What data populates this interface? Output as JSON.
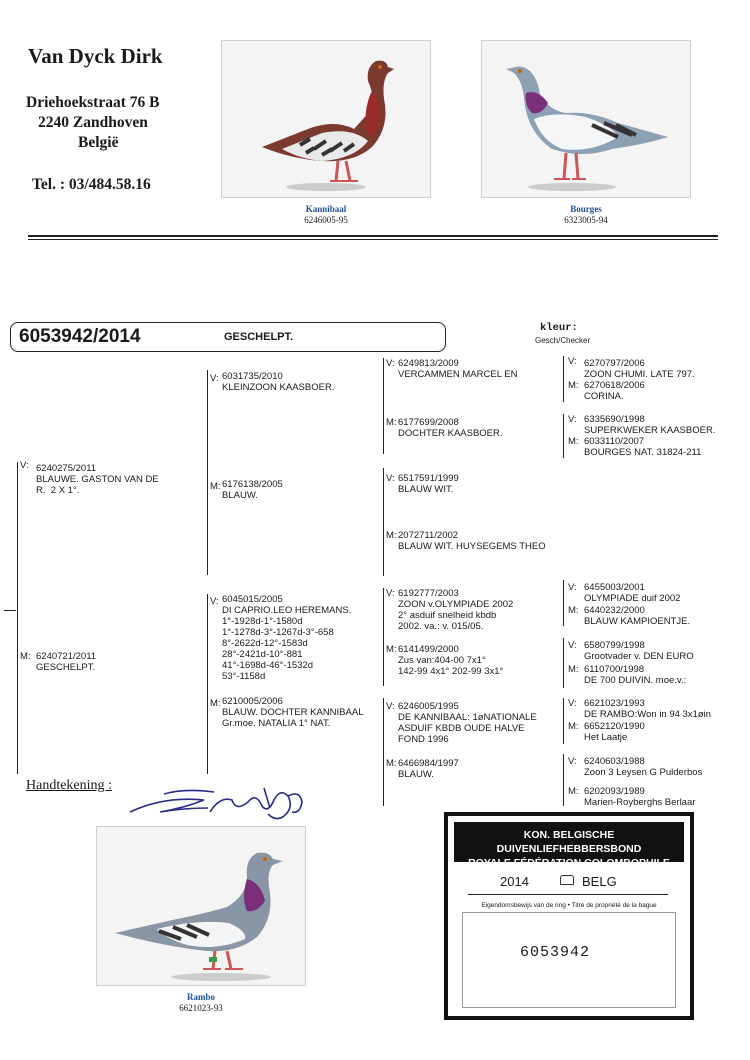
{
  "owner": {
    "name": "Van Dyck Dirk",
    "street": "Driehoekstraat 76 B",
    "city": "2240 Zandhoven",
    "country": "België",
    "phone": "Tel. : 03/484.58.16"
  },
  "top_photos": [
    {
      "name": "Kannibaal",
      "ring": "6246005-95"
    },
    {
      "name": "Bourges",
      "ring": "6323005-94"
    }
  ],
  "pigeon": {
    "ring": "6053942/2014",
    "color": "GESCHELPT.",
    "kleur_label": "kleur:",
    "kleur_value": "Gesch/Checker"
  },
  "gen1": {
    "sire": {
      "tag": "V:",
      "text": "6240275/2011\nBLAUWE. GASTON VAN DE\nR.  2 X 1°."
    },
    "dam": {
      "tag": "M:",
      "text": "6240721/2011\nGESCHELPT."
    }
  },
  "gen2": {
    "ss": {
      "tag": "V:",
      "text": "6031735/2010\nKLEINZOON KAASBOER."
    },
    "sd": {
      "tag": "M:",
      "text": "6176138/2005\nBLAUW."
    },
    "ds": {
      "tag": "V:",
      "text": "6045015/2005\nDI CAPRIO.LEO HEREMANS.\n1°-1928d-1°-1580d\n1°-1278d-3°-1267d-3°-658\n8°-2622d-12°-1583d\n28°-2421d-10°-881\n41°-1698d-46°-1532d\n53°-1158d"
    },
    "dd": {
      "tag": "M:",
      "text": "6210005/2006\nBLAUW. DOCHTER KANNIBAAL\nGr.moe. NATALIA 1° NAT."
    }
  },
  "gen3": {
    "sss": {
      "tag": "V:",
      "text": "6249813/2009\nVERCAMMEN MARCEL EN"
    },
    "ssd": {
      "tag": "M:",
      "text": "6177699/2008\nDOCHTER KAASBOER."
    },
    "sds": {
      "tag": "V:",
      "text": "6517591/1999\nBLAUW WIT."
    },
    "sdd": {
      "tag": "M:",
      "text": "2072711/2002\nBLAUW WIT. HUYSEGEMS THEO"
    },
    "dss": {
      "tag": "V:",
      "text": "6192777/2003\nZOON v.OLYMPIADE 2002\n2° asduif snelheid kbdb\n2002. va.: v. 015/05."
    },
    "dsd": {
      "tag": "M:",
      "text": "6141499/2000\nZus van:404-00 7x1°\n142-99 4x1° 202-99 3x1°"
    },
    "dds": {
      "tag": "V:",
      "text": "6246005/1995\nDE KANNIBAAL: 1øNATIONALE\nASDUIF KBDB OUDE HALVE\nFOND 1996"
    },
    "ddd": {
      "tag": "M:",
      "text": "6466984/1997\nBLAUW."
    }
  },
  "gen4": [
    {
      "tag": "V:",
      "text": "6270797/2006\nZOON CHUMI. LATE 797."
    },
    {
      "tag": "M:",
      "text": "6270618/2006\nCORINA."
    },
    {
      "tag": "V:",
      "text": "6335690/1998\nSUPERKWEKER KAASBOER."
    },
    {
      "tag": "M:",
      "text": "6033110/2007\nBOURGES NAT. 31824-211"
    },
    {
      "tag": "V:",
      "text": "6455003/2001\nOLYMPIADE duif 2002"
    },
    {
      "tag": "M:",
      "text": "6440232/2000\nBLAUW KAMPIOENTJE."
    },
    {
      "tag": "V:",
      "text": "6580799/1998\nGrootvader v. DEN EURO"
    },
    {
      "tag": "M:",
      "text": "6110700/1998\nDE 700 DUIVIN. moe.v.:"
    },
    {
      "tag": "V:",
      "text": "6621023/1993\nDE RAMBO:Won in 94 3x1øin"
    },
    {
      "tag": "M:",
      "text": "6652120/1990\nHet Laatje"
    },
    {
      "tag": "V:",
      "text": "6240603/1988\nZoon 3 Leysen G Pulderbos"
    },
    {
      "tag": "M:",
      "text": "6202093/1989\nMarien-Royberghs Berlaar"
    }
  ],
  "signature": {
    "label": "Handtekening :"
  },
  "bottom_photo": {
    "name": "Rambo",
    "ring": "6621023-93"
  },
  "ring_card": {
    "line1": "KON. BELGISCHE DUIVENLIEFHEBBERSBOND",
    "line2": "ROYALE FÉDÉRATION COLOMBOPHILE BELGE",
    "year": "2014",
    "country": "BELG",
    "caption": "Eigendomsbewijs van de ring  •  Titre de propriété de la bague",
    "number": "6053942"
  }
}
